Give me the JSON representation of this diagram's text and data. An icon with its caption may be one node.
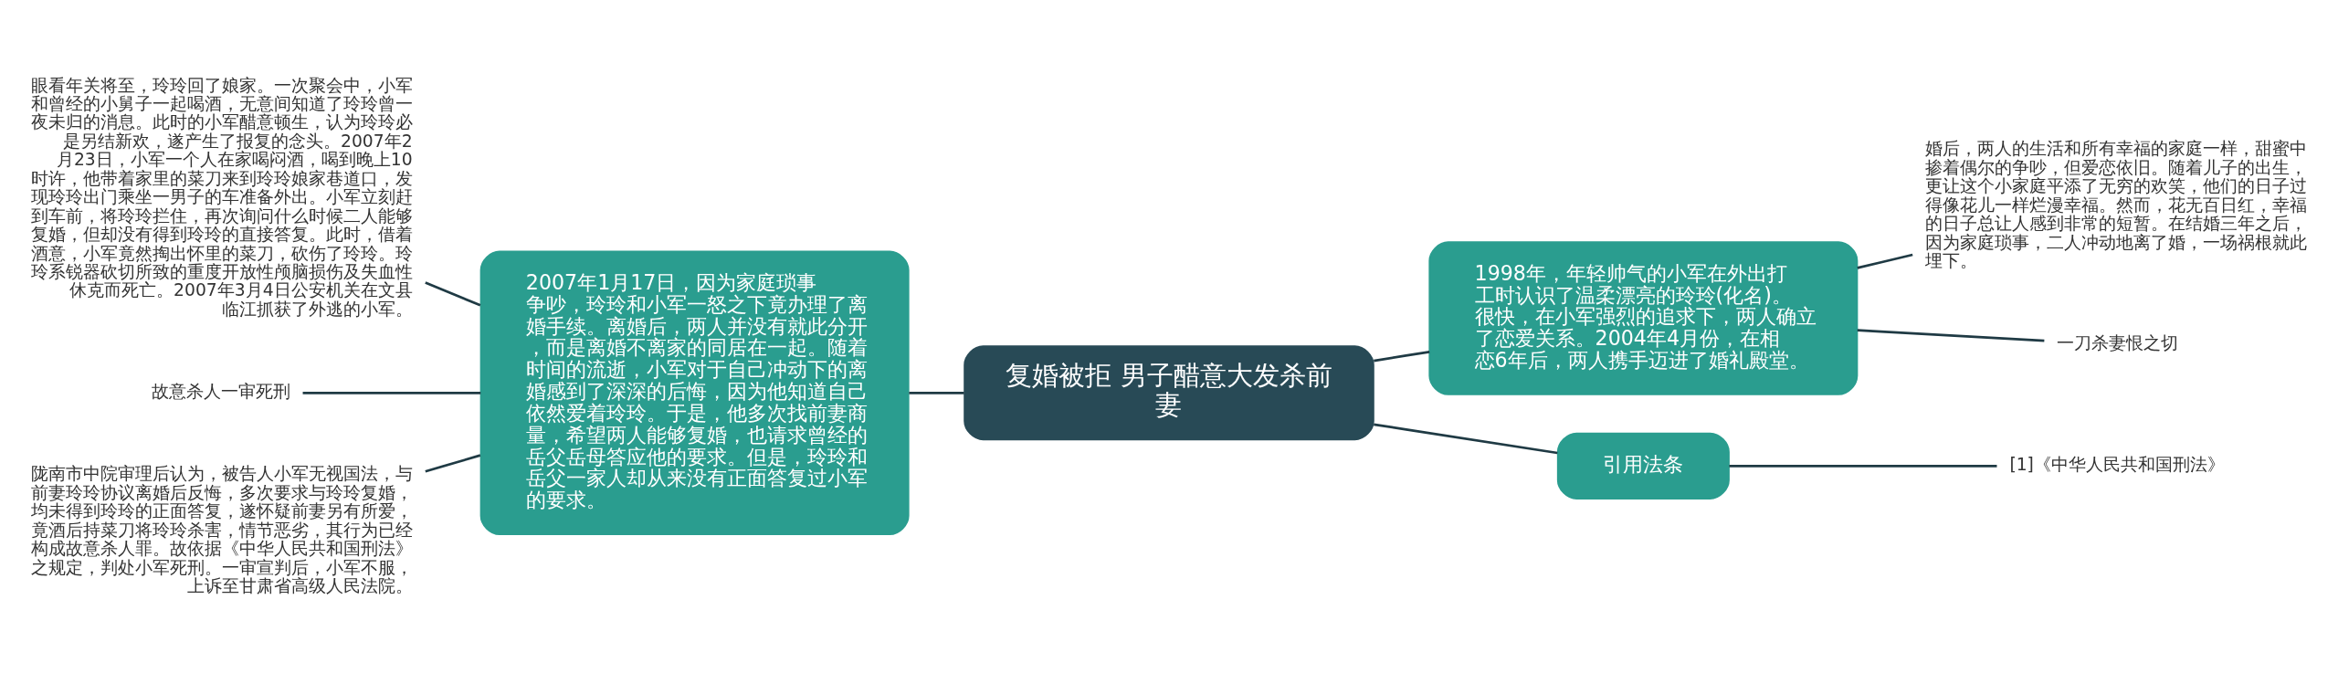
{
  "diagram": {
    "nodes": [
      {
        "text": [
          "复婚被拒 男子醋意大发杀前妻"
        ]
      },
      {
        "text": [
          "2007年1月17日，因为家庭琐事争吵，玲玲和小军一怒之下竟办理了离婚手续。离婚后，两人并没有就此分开，而是离婚不离家的同居在一起。随着时间的流逝，小军对于自己冲动下的离婚感到了深深的后悔，因为他知道自己依然爱着玲玲。于是，他多次找前妻商量，希望两人能够复婚，也请求曾经的岳父岳母答应他的要求。但是，玲玲和岳父一家人却从来没有正面答复过小军的要求。"
        ]
      },
      {
        "text": [
          "眼看年关将至，玲玲回了娘家。一次聚会中，小军和曾经的小舅子一起喝酒，无意间知道了玲玲曾一夜未归的消息。此时的小军醋意顿生，认为玲玲必是另结新欢，遂产生了报复的念头。2007年2月23日，小军一个人在家喝闷酒，喝到晚上10时许，他带着家里的菜刀来到玲玲娘家巷道口，发现玲玲出门乘坐一男子的车准备外出。小军立刻赶到车前，将玲玲拦住，再次询问什么时候二人能够复婚，但却没有得到玲玲的直接答复。此时，借着酒意，小军竟然掏出怀里的菜刀，砍伤了玲玲。玲玲系锐器砍切所致的重度开放性颅脑损伤及失血性休克而死亡。2007年3月4日公安机关在文县临江抓获了外逃的小军。"
        ]
      },
      {
        "text": [
          "故意杀人一审死刑"
        ]
      },
      {
        "text": [
          "陇南市中院审理后认为，被告人小军无视国法，与前妻玲玲协议离婚后反悔，多次要求与玲玲复婚，均未得到玲玲的正面答复，遂怀疑前妻另有所爱，竟酒后持菜刀将玲玲杀害，情节恶劣，其行为已经构成故意杀人罪。故依据《中华人民共和国刑法》之规定，判处小军死刑。一审宣判后，小军不服，上诉至甘肃省高级人民法院。"
        ]
      },
      {
        "text": [
          "1998年，年轻帅气的小军在外出打工时认识了温柔漂亮的玲玲(化名)。很快，在小军强烈的追求下，两人确立了恋爱关系。2004年4月份，在相恋6年后，两人携手迈进了婚礼殿堂。"
        ]
      },
      {
        "text": [
          "婚后，两人的生活和所有幸福的家庭一样，甜蜜中掺着偶尔的争吵，但爱恋依旧。随着儿子的出生，更让这个小家庭平添了无穷的欢笑，他们的日子过得像花儿一样烂漫幸福。然而，花无百日红，幸福的日子总让人感到非常的短暂。在结婚三年之后，因为家庭琐事，二人冲动地离了婚，一场祸根就此埋下。"
        ]
      },
      {
        "text": [
          "一刀杀妻恨之切"
        ]
      },
      {
        "text": [
          "引用法条"
        ]
      },
      {
        "text": [
          "[1]《中华人民共和国刑法》"
        ]
      }
    ],
    "edges": [
      {
        "from": 0,
        "to": 1,
        "arrow": "none"
      },
      {
        "from": 1,
        "to": 2,
        "arrow": "none"
      },
      {
        "from": 1,
        "to": 3,
        "arrow": "none"
      },
      {
        "from": 1,
        "to": 4,
        "arrow": "none"
      },
      {
        "from": 0,
        "to": 5,
        "arrow": "none"
      },
      {
        "from": 5,
        "to": 6,
        "arrow": "none"
      },
      {
        "from": 5,
        "to": 7,
        "arrow": "none"
      },
      {
        "from": 0,
        "to": 8,
        "arrow": "none"
      },
      {
        "from": 8,
        "to": 9,
        "arrow": "none"
      }
    ]
  }
}
